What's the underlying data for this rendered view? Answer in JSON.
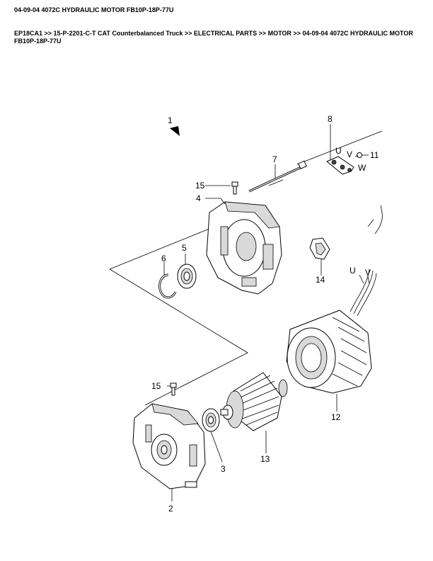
{
  "header": {
    "title": "04-09-04 4072C HYDRAULIC MOTOR FB10P-18P-77U",
    "breadcrumb": "EP18CA1 >> 15-P-2201-C-T CAT Counterbalanced Truck >> ELECTRICAL PARTS >> MOTOR >> 04-09-04 4072C HYDRAULIC MOTOR FB10P-18P-77U"
  },
  "callouts": {
    "c1": "1",
    "c2": "2",
    "c3": "3",
    "c4": "4",
    "c5": "5",
    "c6": "6",
    "c7": "7",
    "c8": "8",
    "c11": "11",
    "c12": "12",
    "c13": "13",
    "c14": "14",
    "c15a": "15",
    "c15b": "15",
    "terminal_u": "U",
    "terminal_v": "V",
    "terminal_w": "W",
    "lead_u": "U",
    "lead_v": "V"
  }
}
